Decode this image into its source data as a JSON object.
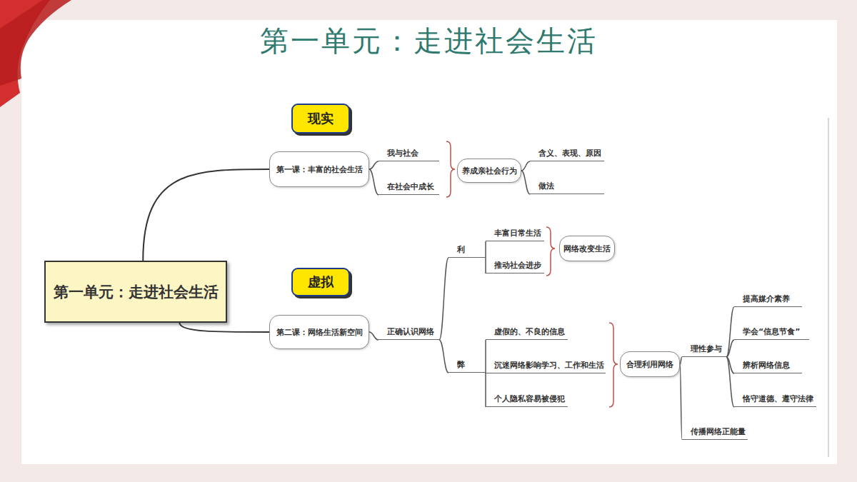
{
  "diagram": {
    "title": "第一单元：走进社会生活",
    "nodes": [
      {
        "text": [
          "第一单元：走进社会生活"
        ]
      },
      {
        "text": [
          "现实"
        ]
      },
      {
        "text": [
          "第一课：丰富的社会生活"
        ]
      },
      {
        "text": [
          "我与社会"
        ]
      },
      {
        "text": [
          "在社会中成长"
        ]
      },
      {
        "text": [
          "养成亲社会行为"
        ]
      },
      {
        "text": [
          "含义、表现、原因"
        ]
      },
      {
        "text": [
          "做法"
        ]
      },
      {
        "text": [
          "虚拟"
        ]
      },
      {
        "text": [
          "第二课：网络生活新空间"
        ]
      },
      {
        "text": [
          "正确认识网络"
        ]
      },
      {
        "text": [
          "利"
        ]
      },
      {
        "text": [
          "丰富日常生活"
        ]
      },
      {
        "text": [
          "推动社会进步"
        ]
      },
      {
        "text": [
          "网络改变生活"
        ]
      },
      {
        "text": [
          "弊"
        ]
      },
      {
        "text": [
          "虚假的、不良的信息"
        ]
      },
      {
        "text": [
          "沉迷网络影响学习、工作和生活"
        ]
      },
      {
        "text": [
          "个人隐私容易被侵犯"
        ]
      },
      {
        "text": [
          "合理利用网络"
        ]
      },
      {
        "text": [
          "理性参与"
        ]
      },
      {
        "text": [
          "提高媒介素养"
        ]
      },
      {
        "text": [
          "学会“信息节食”"
        ]
      },
      {
        "text": [
          "辨析网络信息"
        ]
      },
      {
        "text": [
          "恪守道德、遵守法律"
        ]
      },
      {
        "text": [
          "传播网络正能量"
        ]
      }
    ],
    "edges": [
      {
        "from": 0,
        "to": 2,
        "arrow": "none"
      },
      {
        "from": 0,
        "to": 9,
        "arrow": "none"
      },
      {
        "from": 2,
        "to": 3,
        "arrow": "none"
      },
      {
        "from": 2,
        "to": 4,
        "arrow": "none"
      },
      {
        "from": 5,
        "to": 6,
        "arrow": "none"
      },
      {
        "from": 5,
        "to": 7,
        "arrow": "none"
      },
      {
        "from": 9,
        "to": 10,
        "arrow": "none"
      },
      {
        "from": 10,
        "to": 11,
        "arrow": "none"
      },
      {
        "from": 10,
        "to": 15,
        "arrow": "none"
      },
      {
        "from": 11,
        "to": 12,
        "arrow": "none"
      },
      {
        "from": 11,
        "to": 13,
        "arrow": "none"
      },
      {
        "from": 15,
        "to": 16,
        "arrow": "none"
      },
      {
        "from": 15,
        "to": 17,
        "arrow": "none"
      },
      {
        "from": 15,
        "to": 18,
        "arrow": "none"
      },
      {
        "from": 19,
        "to": 20,
        "arrow": "none"
      },
      {
        "from": 19,
        "to": 25,
        "arrow": "none"
      },
      {
        "from": 20,
        "to": 21,
        "arrow": "none"
      },
      {
        "from": 20,
        "to": 22,
        "arrow": "none"
      },
      {
        "from": 20,
        "to": 23,
        "arrow": "none"
      },
      {
        "from": 20,
        "to": 24,
        "arrow": "none"
      }
    ]
  }
}
